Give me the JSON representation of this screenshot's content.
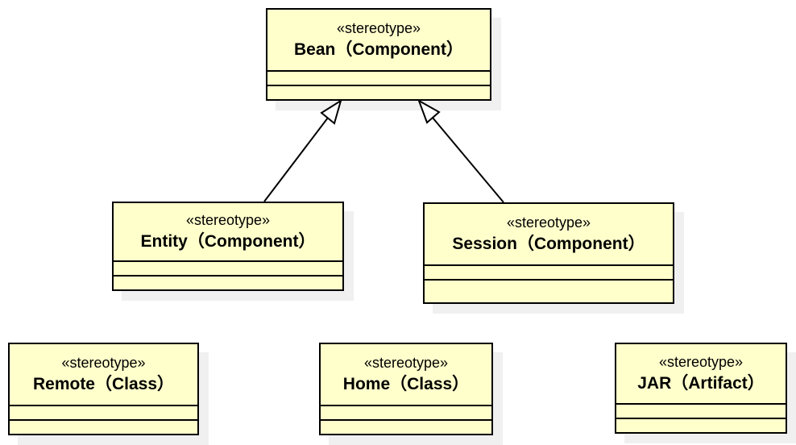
{
  "diagram": {
    "type": "uml-class-diagram",
    "colors": {
      "background": "#ffffff",
      "box_fill": "#ffffcc",
      "box_border": "#000000",
      "shadow": "#f0f0f0"
    },
    "nodes": [
      {
        "id": "bean",
        "stereotype": "«stereotype»",
        "name": "Bean（Component）"
      },
      {
        "id": "entity",
        "stereotype": "«stereotype»",
        "name": "Entity（Component）"
      },
      {
        "id": "session",
        "stereotype": "«stereotype»",
        "name": "Session（Component）"
      },
      {
        "id": "remote",
        "stereotype": "«stereotype»",
        "name": "Remote（Class）"
      },
      {
        "id": "home",
        "stereotype": "«stereotype»",
        "name": "Home（Class）"
      },
      {
        "id": "jar",
        "stereotype": "«stereotype»",
        "name": "JAR（Artifact）"
      }
    ],
    "edges": [
      {
        "from": "entity",
        "to": "bean",
        "type": "generalization"
      },
      {
        "from": "session",
        "to": "bean",
        "type": "generalization"
      }
    ]
  }
}
